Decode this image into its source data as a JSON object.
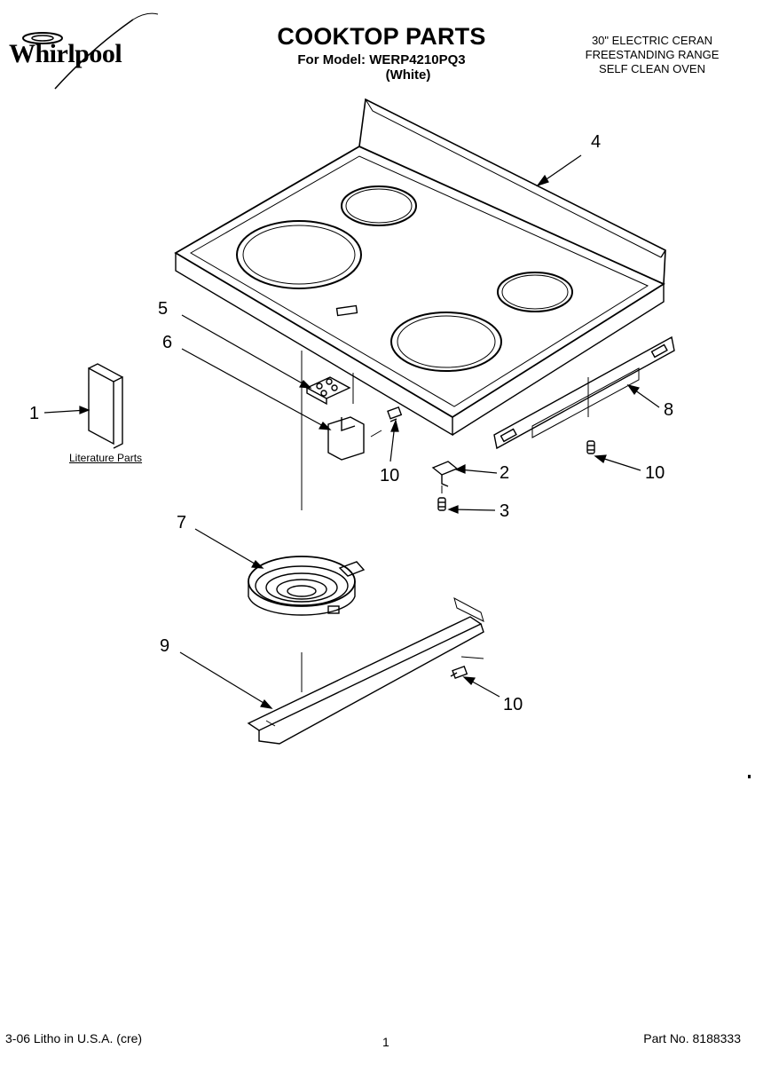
{
  "header": {
    "brand": "Whirlpool",
    "title": "COOKTOP PARTS",
    "model_line": "For Model: WERP4210PQ3",
    "color": "(White)",
    "description": [
      "30\" ELECTRIC CERAN",
      "FREESTANDING RANGE",
      "SELF CLEAN OVEN"
    ]
  },
  "callouts": {
    "c1": "1",
    "c2": "2",
    "c3": "3",
    "c4": "4",
    "c5": "5",
    "c6": "6",
    "c7": "7",
    "c8": "8",
    "c9": "9",
    "c10a": "10",
    "c10b": "10",
    "c10c": "10"
  },
  "literature_label": "Literature Parts",
  "footer": {
    "left": "3-06 Litho in U.S.A. (cre)",
    "page": "1",
    "part_no": "Part No. 8188333"
  }
}
